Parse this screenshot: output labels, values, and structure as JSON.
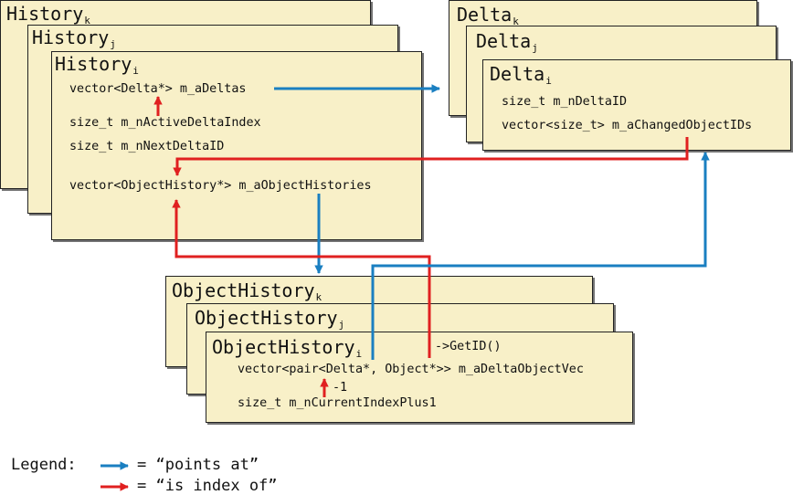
{
  "colors": {
    "points_at": "#1a7fc1",
    "index_of": "#e02020",
    "card_fill": "#f8f0c8"
  },
  "history": {
    "k": {
      "name": "History",
      "sub": "k"
    },
    "j": {
      "name": "History",
      "sub": "j"
    },
    "i": {
      "name": "History",
      "sub": "i"
    },
    "fields": {
      "deltas": "vector<Delta*> m_aDeltas",
      "active_index": "size_t m_nActiveDeltaIndex",
      "next_id": "size_t m_nNextDeltaID",
      "object_histories": "vector<ObjectHistory*> m_aObjectHistories"
    }
  },
  "delta": {
    "k": {
      "name": "Delta",
      "sub": "k"
    },
    "j": {
      "name": "Delta",
      "sub": "j"
    },
    "i": {
      "name": "Delta",
      "sub": "i"
    },
    "fields": {
      "id": "size_t m_nDeltaID",
      "changed": "vector<size_t> m_aChangedObjectIDs"
    }
  },
  "object_history": {
    "k": {
      "name": "ObjectHistory",
      "sub": "k"
    },
    "j": {
      "name": "ObjectHistory",
      "sub": "j"
    },
    "i": {
      "name": "ObjectHistory",
      "sub": "i"
    },
    "fields": {
      "vec": "vector<pair<Delta*, Object*>> m_aDeltaObjectVec",
      "current": "size_t m_nCurrentIndexPlus1"
    },
    "annotations": {
      "get_id": "->GetID()",
      "minus_one": "-1"
    }
  },
  "legend": {
    "label": "Legend:",
    "points_at": "= “points at”",
    "index_of": "= “is index of”"
  }
}
